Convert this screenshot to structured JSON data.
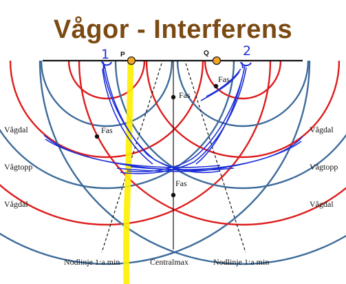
{
  "title": "Vågor - Interferens",
  "colors": {
    "title": "#7a4a12",
    "crest": "#dd1c1c",
    "trough": "#3d6b9a",
    "ink": "#1c2fd6",
    "highlight": "#ffee00",
    "point": "#f5a623",
    "guide": "#111111"
  },
  "sources": {
    "left_mark": "1",
    "right_mark": "2",
    "p_label": "P",
    "q_label": "Q"
  },
  "side_labels": {
    "left": [
      "Vågdal",
      "Vågtopp",
      "Vågdal"
    ],
    "right": [
      "Vågdal",
      "Vågtopp",
      "Vågdal"
    ]
  },
  "phase_label": "Fas",
  "bottom_labels": {
    "left": "Nodlinje 1:a min",
    "center": "Centralmax",
    "right": "Nodlinje 1:a min"
  }
}
